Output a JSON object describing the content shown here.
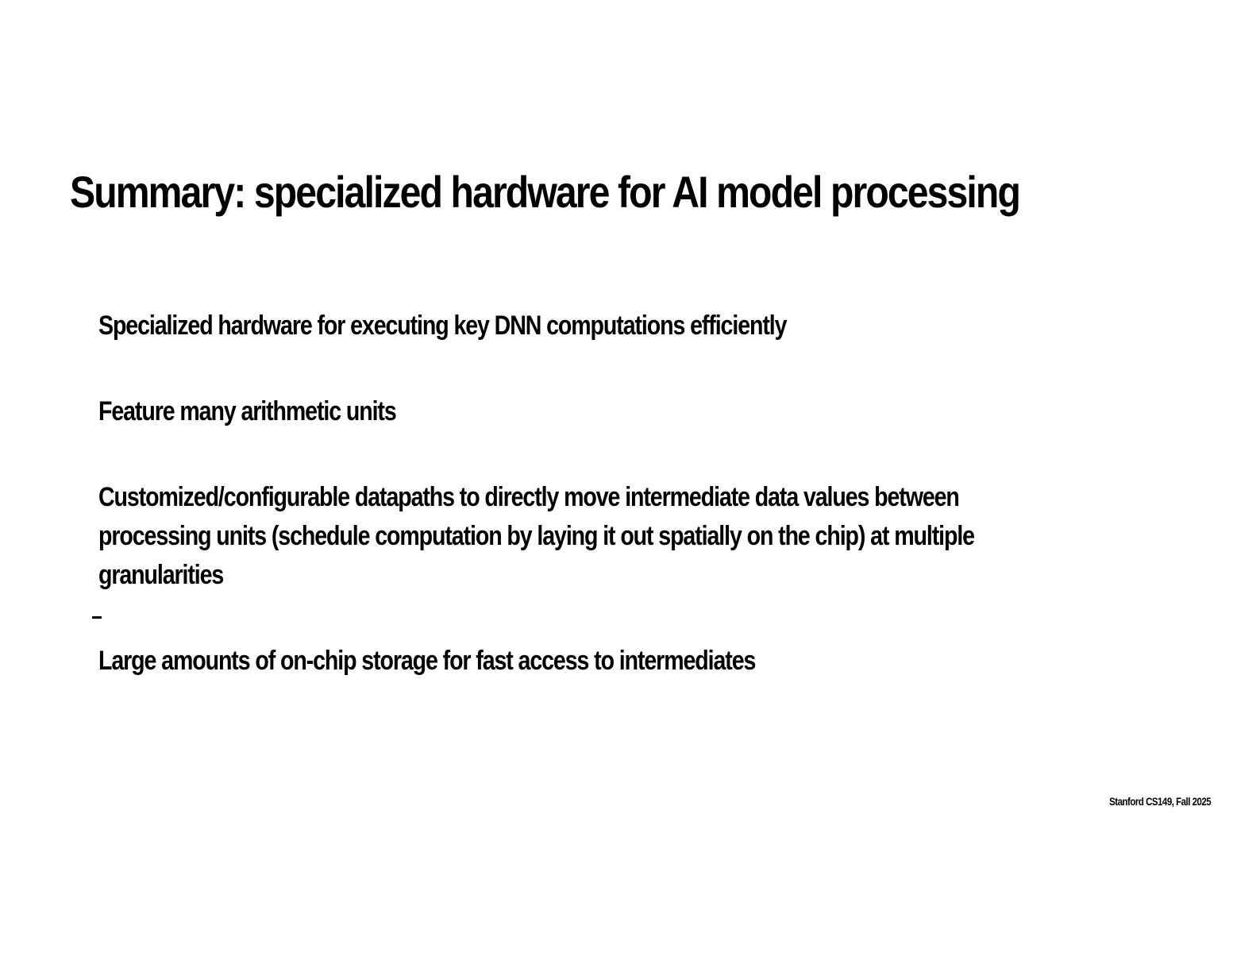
{
  "slide": {
    "title": "Summary: specialized hardware for AI model processing",
    "bullets": [
      {
        "lines": [
          "Specialized hardware for executing key DNN computations efficiently"
        ]
      },
      {
        "lines": [
          "Feature many arithmetic units"
        ]
      },
      {
        "lines": [
          "Customized/configurable datapaths to directly move intermediate data values between",
          "processing units  (schedule computation by laying it out spatially on the chip) at multiple",
          "granularities"
        ]
      },
      {
        "lines": [
          "Large amounts of on-chip storage for fast access to intermediates"
        ]
      }
    ],
    "stray_mark": "–",
    "footer": "Stanford CS149, Fall 2025"
  }
}
